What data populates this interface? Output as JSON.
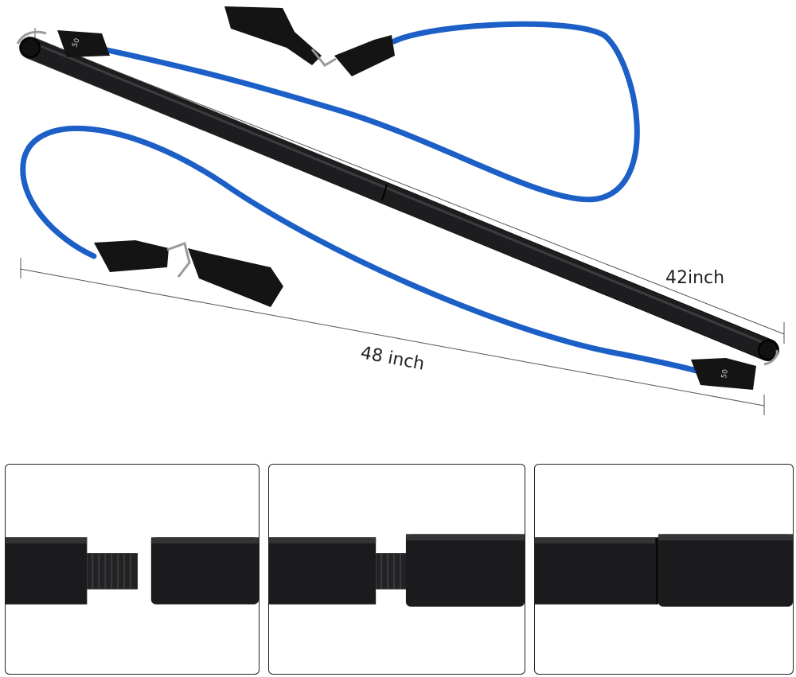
{
  "product": {
    "dimensions": {
      "bar_length_label": "42inch",
      "total_length_label": "48 inch"
    },
    "band_mark_top": "50",
    "band_mark_bottom": "50"
  },
  "colors": {
    "band": "#1c5fc6",
    "bar": "#1d1d1f",
    "strap": "#141414",
    "dimension_line": "#555555",
    "panel_border": "#222222"
  },
  "panels": [
    {
      "name": "separated-view"
    },
    {
      "name": "partially-joined-view"
    },
    {
      "name": "fully-joined-view"
    }
  ]
}
